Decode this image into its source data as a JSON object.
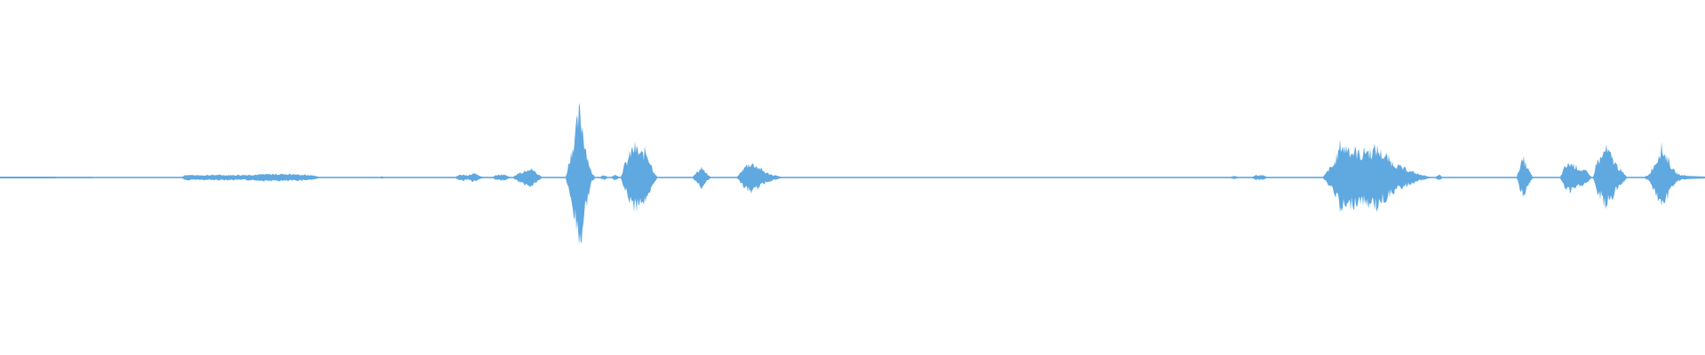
{
  "waveform": {
    "color": "#5fa8e0",
    "baseline": 0.006,
    "envelope": [
      [
        0,
        0.012
      ],
      [
        10,
        0.011
      ],
      [
        20,
        0.012
      ],
      [
        205,
        0.006
      ],
      [
        210,
        0.045
      ],
      [
        220,
        0.035
      ],
      [
        240,
        0.04
      ],
      [
        260,
        0.038
      ],
      [
        280,
        0.042
      ],
      [
        300,
        0.05
      ],
      [
        320,
        0.055
      ],
      [
        330,
        0.05
      ],
      [
        345,
        0.04
      ],
      [
        355,
        0.02
      ],
      [
        360,
        0.006
      ],
      [
        427,
        0.006
      ],
      [
        430,
        0.015
      ],
      [
        433,
        0.006
      ],
      [
        513,
        0.006
      ],
      [
        517,
        0.04
      ],
      [
        522,
        0.045
      ],
      [
        527,
        0.02
      ],
      [
        531,
        0.06
      ],
      [
        536,
        0.065
      ],
      [
        540,
        0.02
      ],
      [
        544,
        0.006
      ],
      [
        555,
        0.006
      ],
      [
        560,
        0.045
      ],
      [
        568,
        0.04
      ],
      [
        574,
        0.006
      ],
      [
        578,
        0.006
      ],
      [
        583,
        0.06
      ],
      [
        590,
        0.1
      ],
      [
        595,
        0.15
      ],
      [
        600,
        0.12
      ],
      [
        605,
        0.06
      ],
      [
        610,
        0.006
      ],
      [
        637,
        0.006
      ],
      [
        641,
        0.25
      ],
      [
        645,
        0.5
      ],
      [
        649,
        0.75
      ],
      [
        652,
        1.0
      ],
      [
        655,
        0.9
      ],
      [
        658,
        0.6
      ],
      [
        662,
        0.3
      ],
      [
        666,
        0.08
      ],
      [
        670,
        0.006
      ],
      [
        676,
        0.006
      ],
      [
        680,
        0.04
      ],
      [
        684,
        0.006
      ],
      [
        689,
        0.006
      ],
      [
        692,
        0.05
      ],
      [
        697,
        0.006
      ],
      [
        699,
        0.006
      ],
      [
        703,
        0.18
      ],
      [
        707,
        0.28
      ],
      [
        711,
        0.42
      ],
      [
        715,
        0.48
      ],
      [
        719,
        0.4
      ],
      [
        723,
        0.36
      ],
      [
        727,
        0.42
      ],
      [
        731,
        0.3
      ],
      [
        736,
        0.1
      ],
      [
        740,
        0.006
      ],
      [
        780,
        0.006
      ],
      [
        786,
        0.1
      ],
      [
        790,
        0.16
      ],
      [
        794,
        0.08
      ],
      [
        800,
        0.006
      ],
      [
        830,
        0.006
      ],
      [
        835,
        0.1
      ],
      [
        840,
        0.18
      ],
      [
        845,
        0.22
      ],
      [
        850,
        0.2
      ],
      [
        856,
        0.14
      ],
      [
        862,
        0.08
      ],
      [
        870,
        0.04
      ],
      [
        880,
        0.006
      ],
      [
        1385,
        0.006
      ],
      [
        1390,
        0.02
      ],
      [
        1395,
        0.006
      ],
      [
        1410,
        0.006
      ],
      [
        1415,
        0.035
      ],
      [
        1422,
        0.03
      ],
      [
        1427,
        0.006
      ],
      [
        1490,
        0.006
      ],
      [
        1496,
        0.12
      ],
      [
        1502,
        0.2
      ],
      [
        1506,
        0.35
      ],
      [
        1510,
        0.55
      ],
      [
        1514,
        0.45
      ],
      [
        1518,
        0.5
      ],
      [
        1522,
        0.4
      ],
      [
        1526,
        0.42
      ],
      [
        1530,
        0.38
      ],
      [
        1534,
        0.35
      ],
      [
        1538,
        0.45
      ],
      [
        1542,
        0.4
      ],
      [
        1546,
        0.42
      ],
      [
        1550,
        0.46
      ],
      [
        1554,
        0.4
      ],
      [
        1558,
        0.35
      ],
      [
        1562,
        0.32
      ],
      [
        1566,
        0.25
      ],
      [
        1572,
        0.2
      ],
      [
        1578,
        0.16
      ],
      [
        1585,
        0.12
      ],
      [
        1592,
        0.08
      ],
      [
        1600,
        0.04
      ],
      [
        1610,
        0.006
      ],
      [
        1617,
        0.006
      ],
      [
        1620,
        0.05
      ],
      [
        1624,
        0.006
      ],
      [
        1708,
        0.006
      ],
      [
        1712,
        0.2
      ],
      [
        1716,
        0.28
      ],
      [
        1720,
        0.15
      ],
      [
        1726,
        0.006
      ],
      [
        1757,
        0.006
      ],
      [
        1762,
        0.16
      ],
      [
        1768,
        0.22
      ],
      [
        1774,
        0.18
      ],
      [
        1780,
        0.12
      ],
      [
        1786,
        0.1
      ],
      [
        1792,
        0.006
      ],
      [
        1794,
        0.006
      ],
      [
        1798,
        0.25
      ],
      [
        1803,
        0.3
      ],
      [
        1808,
        0.45
      ],
      [
        1812,
        0.38
      ],
      [
        1816,
        0.3
      ],
      [
        1820,
        0.2
      ],
      [
        1826,
        0.1
      ],
      [
        1832,
        0.006
      ],
      [
        1852,
        0.006
      ],
      [
        1857,
        0.05
      ],
      [
        1862,
        0.18
      ],
      [
        1866,
        0.28
      ],
      [
        1870,
        0.48
      ],
      [
        1874,
        0.4
      ],
      [
        1878,
        0.3
      ],
      [
        1884,
        0.12
      ],
      [
        1890,
        0.05
      ],
      [
        1900,
        0.02
      ],
      [
        1920,
        0.012
      ]
    ]
  }
}
